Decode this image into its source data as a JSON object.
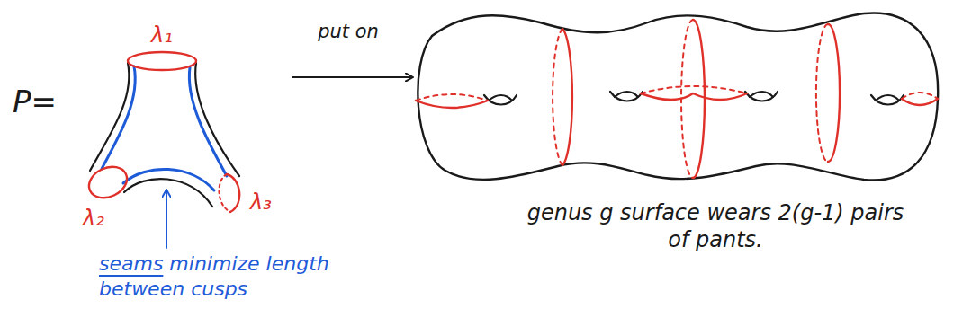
{
  "diagram": {
    "labels": [
      "P=",
      "λ₁",
      "λ₂",
      "λ₃",
      "seams minimize length between cusps",
      "put on",
      "genus g surface wears 2(g-1) pairs of pants."
    ]
  }
}
